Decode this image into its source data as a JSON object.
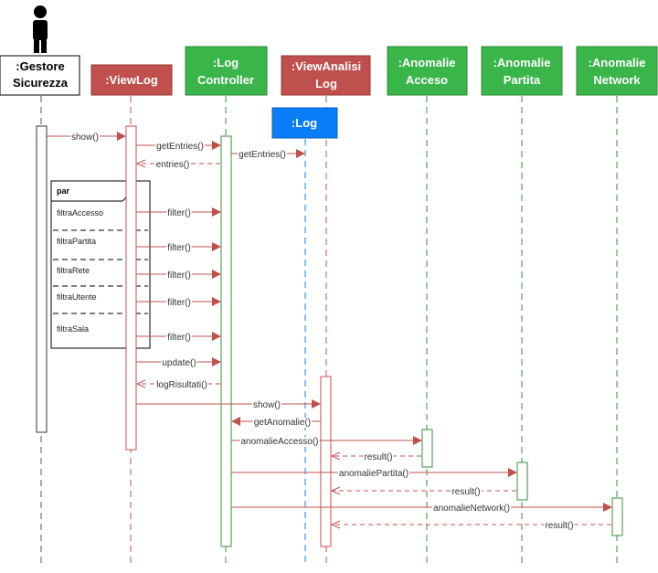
{
  "colors": {
    "red": "#c0504d",
    "green": "#3ab54a",
    "blue": "#0a7ef9",
    "activation_red": "#c0504d",
    "activation_green": "#3a8f3a",
    "black": "#000000"
  },
  "icons": {
    "actor": "stick-figure-icon"
  },
  "participants": {
    "gestore": {
      "line1": ":Gestore",
      "line2": "Sicurezza"
    },
    "viewlog": {
      "line1": ":ViewLog"
    },
    "logcontroller": {
      "line1": ":Log",
      "line2": "Controller"
    },
    "viewanalisi": {
      "line1": ":ViewAnalisi",
      "line2": "Log"
    },
    "log": {
      "line1": ":Log"
    },
    "anomalieacceso": {
      "line1": ":Anomalie",
      "line2": "Acceso"
    },
    "anomaliepartita": {
      "line1": ":Anomalie",
      "line2": "Partita"
    },
    "anomalienetwork": {
      "line1": ":Anomalie",
      "line2": "Network"
    }
  },
  "fragment": {
    "title": "par",
    "guards": [
      "filtraAccesso",
      "filtraPartita",
      "filtraRete",
      "filtraUtente",
      "filtraSala"
    ]
  },
  "messages": {
    "show1": "show()",
    "getEntries1": "getEntries()",
    "getEntries2": "getEntries()",
    "entries": "entries()",
    "filter": "filter()",
    "update": "update()",
    "logRisultati": "logRisultati()",
    "show2": "show()",
    "getAnomalie": "getAnomalie()",
    "anomalieAccesso": "anomalieAccesso()",
    "result": "result()",
    "anomaliePartita": "anomaliePartita()",
    "anomalieNetwork": "anomalieNetwork()"
  }
}
